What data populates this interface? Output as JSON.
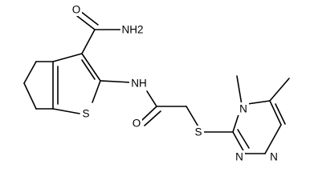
{
  "molecule": {
    "atom_labels": {
      "carbonyl_oxygen_top": "O",
      "amide_nitrogen": "NH2",
      "thiophene_sulfur": "S",
      "amide_nh": "NH",
      "acetamide_oxygen": "O",
      "thioether_sulfur": "S",
      "triazole_n4": "N",
      "triazole_n1": "N",
      "triazole_n2": "N"
    }
  }
}
